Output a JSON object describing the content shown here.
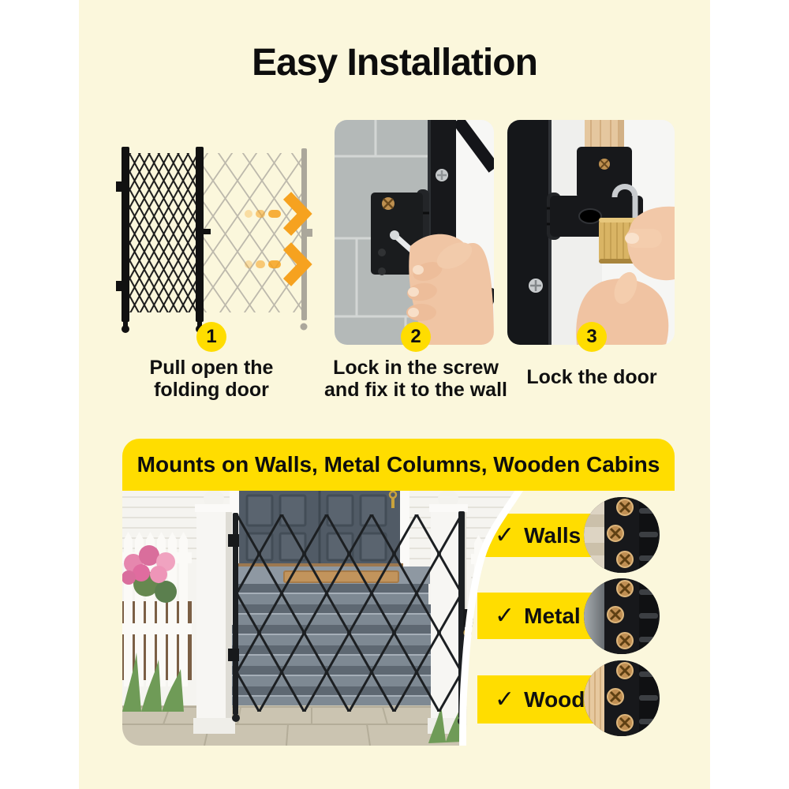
{
  "title": "Easy Installation",
  "steps": [
    {
      "number": "1",
      "caption": [
        "Pull open the",
        "folding door"
      ]
    },
    {
      "number": "2",
      "caption": [
        "Lock in the screw",
        "and fix it to the wall"
      ]
    },
    {
      "number": "3",
      "caption": [
        "Lock the door"
      ]
    }
  ],
  "banner": {
    "text": "Mounts on Walls, Metal Columns, Wooden Cabins"
  },
  "mount_options": [
    {
      "check": "✓",
      "label": "Walls"
    },
    {
      "check": "✓",
      "label": "Metal"
    },
    {
      "check": "✓",
      "label": "Wooden"
    }
  ],
  "colors": {
    "accent_yellow": "#FFDD00",
    "background_cream": "#FBF7DC",
    "arrow_orange": "#F6A21F",
    "text_black": "#101010"
  }
}
